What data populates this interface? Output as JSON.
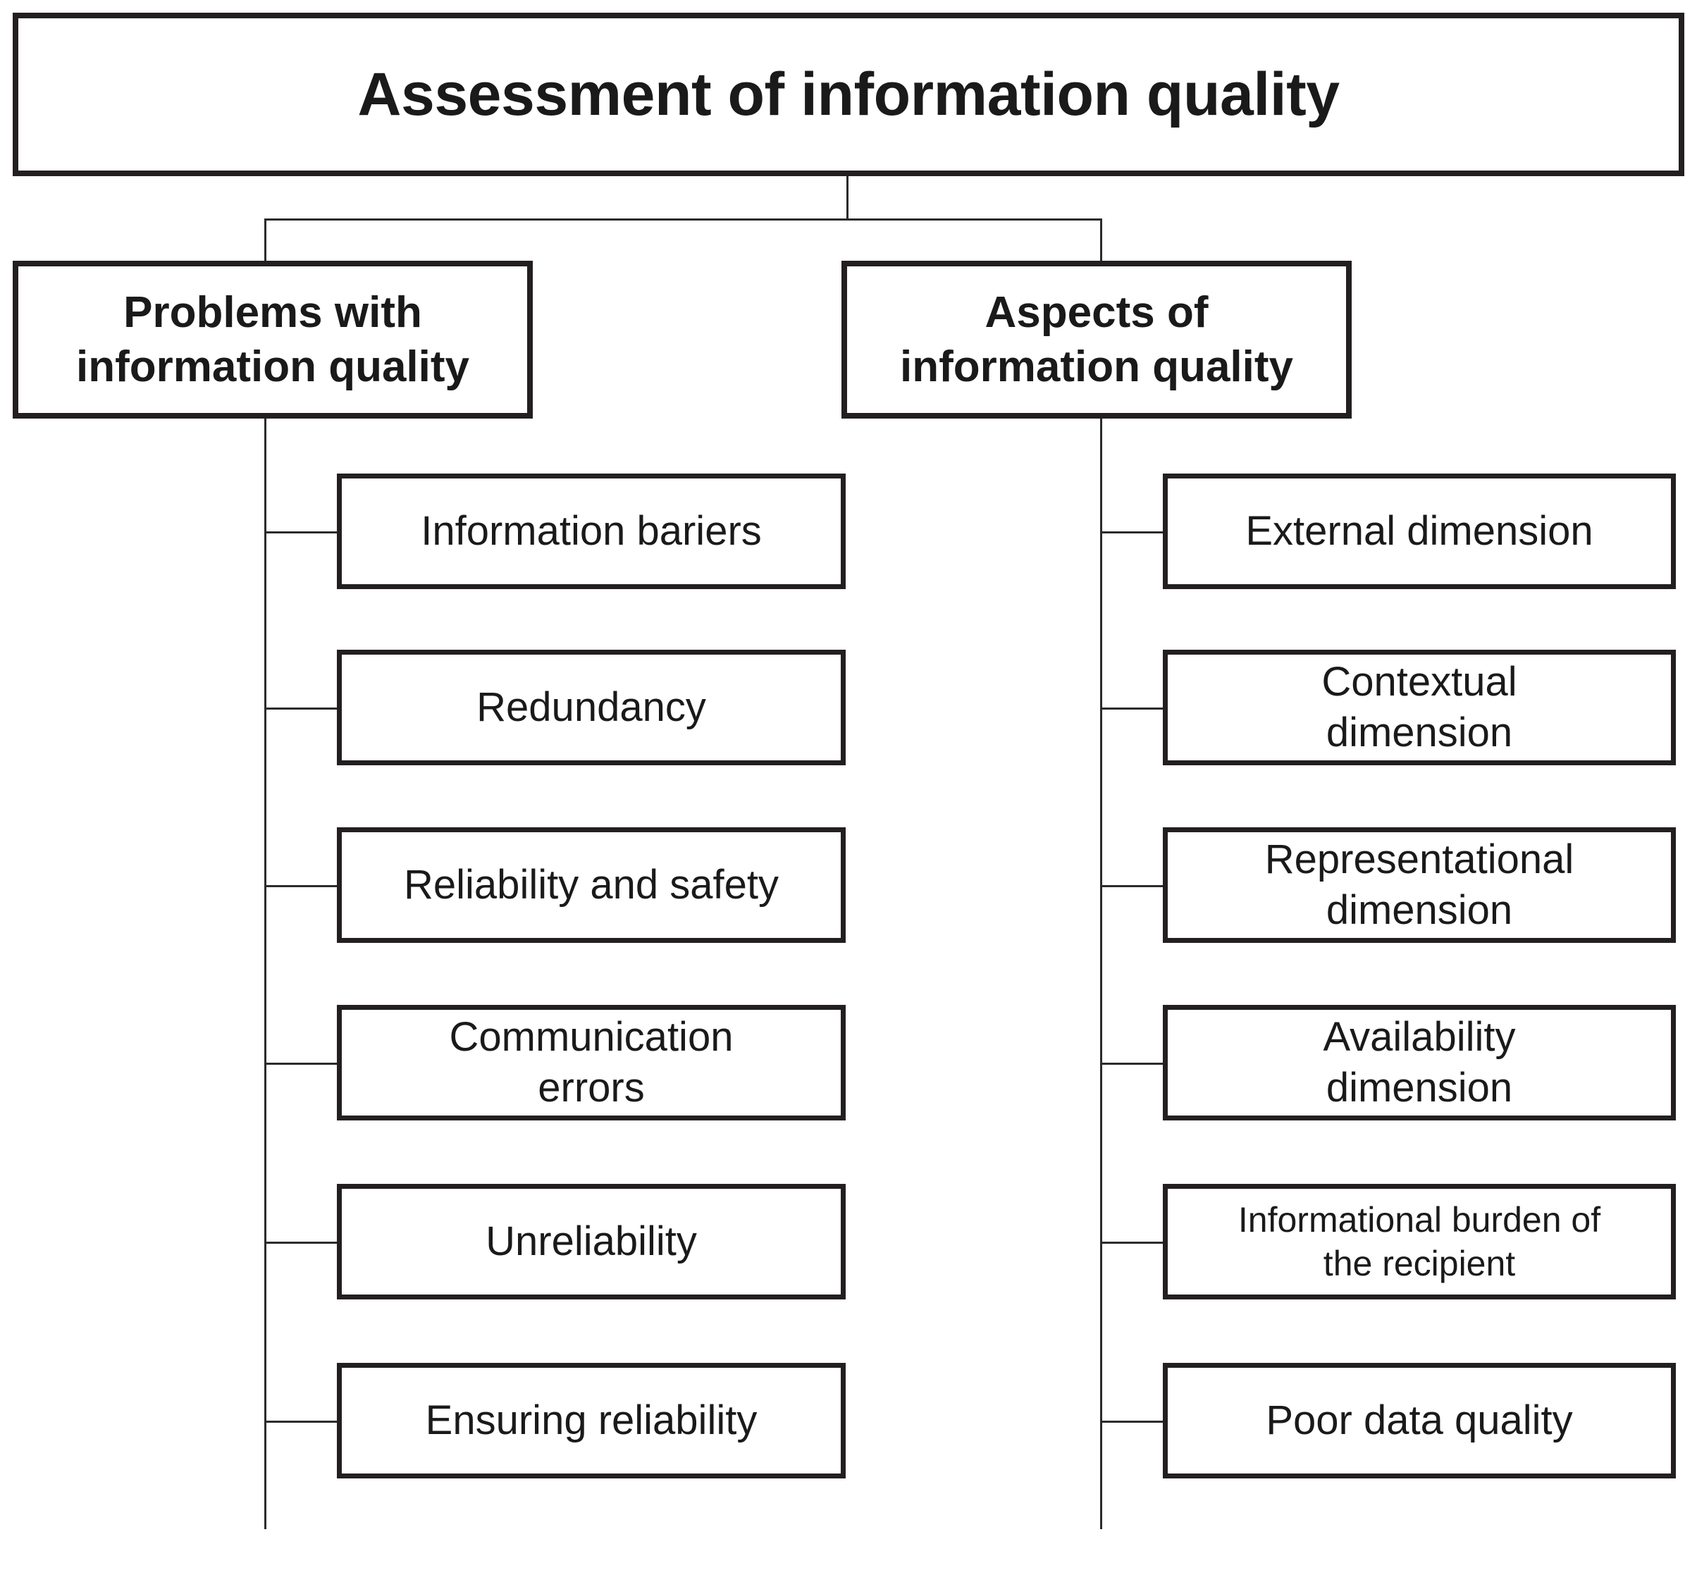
{
  "diagram": {
    "title": "Assessment of information quality",
    "branches": [
      {
        "id": "problems",
        "label": "Problems with\ninformation quality",
        "children": [
          {
            "label": "Information bariers"
          },
          {
            "label": "Redundancy"
          },
          {
            "label": "Reliability and safety"
          },
          {
            "label": "Communication\nerrors"
          },
          {
            "label": "Unreliability"
          },
          {
            "label": "Ensuring reliability"
          }
        ]
      },
      {
        "id": "aspects",
        "label": "Aspects of\ninformation quality",
        "children": [
          {
            "label": "External dimension"
          },
          {
            "label": "Contextual\ndimension"
          },
          {
            "label": "Representational\ndimension"
          },
          {
            "label": "Availability\ndimension"
          },
          {
            "label": "Informational burden of\nthe recipient"
          },
          {
            "label": "Poor data quality"
          }
        ]
      }
    ],
    "colors": {
      "border": "#231f20",
      "connector": "#2b2b2b",
      "text": "#1a1a1a",
      "background": "#ffffff"
    }
  }
}
